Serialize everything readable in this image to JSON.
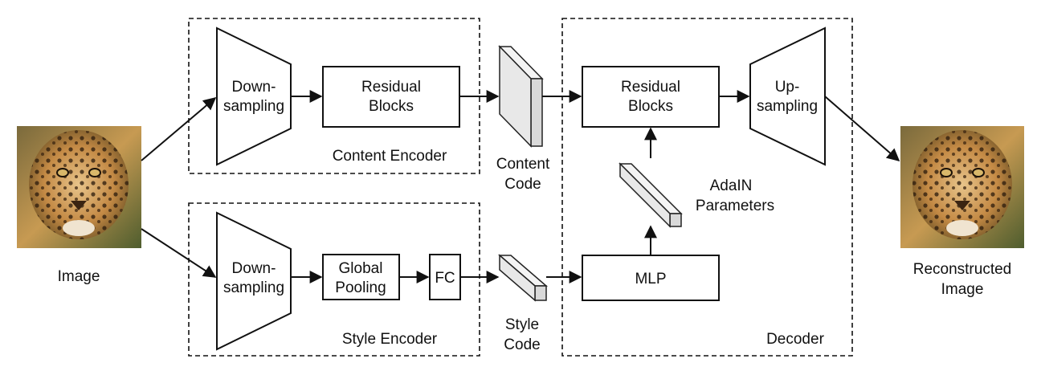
{
  "labels": {
    "input_image": "Image",
    "output_image_line1": "Reconstructed",
    "output_image_line2": "Image",
    "content_encoder": {
      "title": "Content Encoder",
      "downsampling_line1": "Down-",
      "downsampling_line2": "sampling",
      "residual_line1": "Residual",
      "residual_line2": "Blocks"
    },
    "style_encoder": {
      "title": "Style Encoder",
      "downsampling_line1": "Down-",
      "downsampling_line2": "sampling",
      "pooling_line1": "Global",
      "pooling_line2": "Pooling",
      "fc": "FC"
    },
    "content_code_line1": "Content",
    "content_code_line2": "Code",
    "style_code_line1": "Style",
    "style_code_line2": "Code",
    "decoder": {
      "title": "Decoder",
      "residual_line1": "Residual",
      "residual_line2": "Blocks",
      "upsampling_line1": "Up-",
      "upsampling_line2": "sampling",
      "mlp": "MLP",
      "adain_line1": "AdaIN",
      "adain_line2": "Parameters"
    }
  },
  "icons": {
    "input_image": "jaguar-photo",
    "output_image": "jaguar-photo"
  }
}
